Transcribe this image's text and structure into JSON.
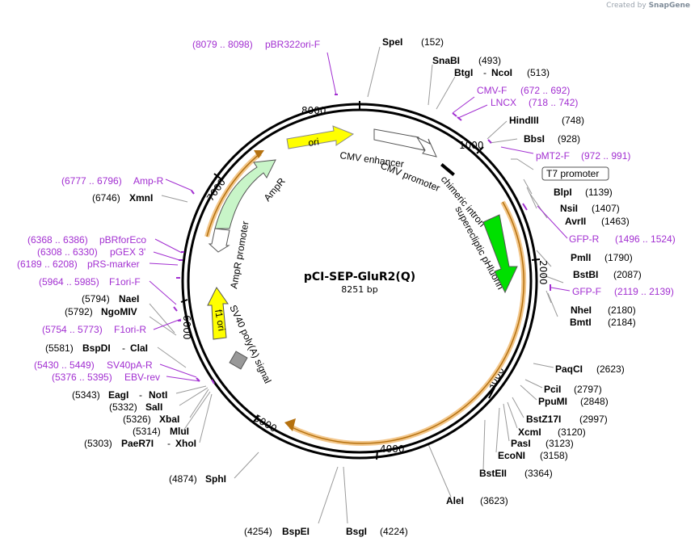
{
  "credit": {
    "prefix": "Created by",
    "brand": "SnapGene"
  },
  "plasmid": {
    "name": "pCI-SEP-GluR2(Q)",
    "size": "8251 bp"
  },
  "ticks": [
    "1000",
    "2000",
    "3000",
    "4000",
    "5000",
    "6000",
    "7000",
    "8000"
  ],
  "features": {
    "ori": "ori",
    "cmv_enhancer": "CMV enhancer",
    "cmv_promoter": "CMV promoter",
    "chimeric_intron": "chimeric intron",
    "superecliptic": "superecliptic pHluorin",
    "ampr": "AmpR",
    "ampr_promoter": "AmpR promoter",
    "f1_ori": "f1 ori",
    "sv40": "SV40 poly(A) signal",
    "t7": "T7 promoter"
  },
  "primers": {
    "pbr322": {
      "range": "(8079 .. 8098)",
      "name": "pBR322ori-F"
    },
    "cmvf": {
      "name": "CMV-F",
      "range": "(672 .. 692)"
    },
    "lncx": {
      "name": "LNCX",
      "range": "(718 .. 742)"
    },
    "pmt2": {
      "name": "pMT2-F",
      "range": "(972 .. 991)"
    },
    "gfpr": {
      "name": "GFP-R",
      "range": "(1496 .. 1524)"
    },
    "gfpf": {
      "name": "GFP-F",
      "range": "(2119 .. 2139)"
    },
    "ampr": {
      "range": "(6777 .. 6796)",
      "name": "Amp-R"
    },
    "pbrforeco": {
      "range": "(6368 .. 6386)",
      "name": "pBRforEco"
    },
    "pgex": {
      "range": "(6308 .. 6330)",
      "name": "pGEX 3'"
    },
    "prs": {
      "range": "(6189 .. 6208)",
      "name": "pRS-marker"
    },
    "f1f": {
      "range": "(5964 .. 5985)",
      "name": "F1ori-F"
    },
    "f1r": {
      "range": "(5754 .. 5773)",
      "name": "F1ori-R"
    },
    "sv40pa": {
      "range": "(5430 .. 5449)",
      "name": "SV40pA-R"
    },
    "ebv": {
      "range": "(5376 .. 5395)",
      "name": "EBV-rev"
    }
  },
  "enzymes": {
    "spei": {
      "name": "SpeI",
      "pos": "(152)"
    },
    "snabi": {
      "name": "SnaBI",
      "pos": "(493)"
    },
    "btgi": {
      "name": "BtgI",
      "sep": "-",
      "name2": "NcoI",
      "pos": "(513)"
    },
    "hindiii": {
      "name": "HindIII",
      "pos": "(748)"
    },
    "bbsi": {
      "name": "BbsI",
      "pos": "(928)"
    },
    "blpi": {
      "name": "BlpI",
      "pos": "(1139)"
    },
    "nsii": {
      "name": "NsiI",
      "pos": "(1407)"
    },
    "avrii": {
      "name": "AvrII",
      "pos": "(1463)"
    },
    "pmli": {
      "name": "PmlI",
      "pos": "(1790)"
    },
    "bstbi": {
      "name": "BstBI",
      "pos": "(2087)"
    },
    "nhei": {
      "name": "NheI",
      "pos": "(2180)"
    },
    "bmti": {
      "name": "BmtI",
      "pos": "(2184)"
    },
    "paqci": {
      "name": "PaqCI",
      "pos": "(2623)"
    },
    "pcii": {
      "name": "PciI",
      "pos": "(2797)"
    },
    "ppumi": {
      "name": "PpuMI",
      "pos": "(2848)"
    },
    "bstz17i": {
      "name": "BstZ17I",
      "pos": "(2997)"
    },
    "xcmi": {
      "name": "XcmI",
      "pos": "(3120)"
    },
    "pasi": {
      "name": "PasI",
      "pos": "(3123)"
    },
    "econi": {
      "name": "EcoNI",
      "pos": "(3158)"
    },
    "bsteii": {
      "name": "BstEII",
      "pos": "(3364)"
    },
    "alei": {
      "name": "AleI",
      "pos": "(3623)"
    },
    "bsgi": {
      "name": "BsgI",
      "pos": "(4224)"
    },
    "bspei": {
      "pos": "(4254)",
      "name": "BspEI"
    },
    "sphi": {
      "pos": "(4874)",
      "name": "SphI"
    },
    "paer7i": {
      "pos": "(5303)",
      "name": "PaeR7I",
      "sep": "-",
      "name2": "XhoI"
    },
    "mlui": {
      "pos": "(5314)",
      "name": "MluI"
    },
    "xbai": {
      "pos": "(5326)",
      "name": "XbaI"
    },
    "sali": {
      "pos": "(5332)",
      "name": "SalI"
    },
    "eagi": {
      "pos": "(5343)",
      "name": "EagI",
      "sep": "-",
      "name2": "NotI"
    },
    "bspdi": {
      "pos": "(5581)",
      "name": "BspDI",
      "sep": "-",
      "name2": "ClaI"
    },
    "ngomiv": {
      "pos": "(5792)",
      "name": "NgoMIV"
    },
    "naei": {
      "pos": "(5794)",
      "name": "NaeI"
    },
    "xmni": {
      "pos": "(6746)",
      "name": "XmnI"
    }
  }
}
